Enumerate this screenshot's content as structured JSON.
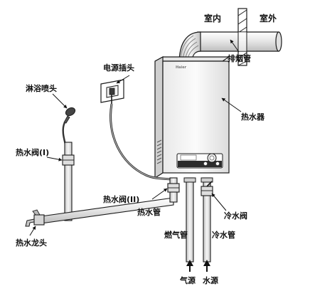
{
  "labels": {
    "indoor": "室内",
    "outdoor": "室外",
    "power_plug": "电源插头",
    "exhaust_pipe": "排烟管",
    "shower_head": "淋浴喷头",
    "water_heater": "热水器",
    "hot_valve_1": "热水阀(I)",
    "hot_valve_2": "热水阀(II)",
    "hot_pipe": "热水管",
    "cold_valve": "冷水阀",
    "gas_pipe": "燃气管",
    "cold_pipe": "冷水管",
    "hot_faucet": "热水龙头",
    "gas_source": "气源",
    "water_source": "水源"
  },
  "brand": "Haier",
  "colors": {
    "line": "#1a1a1a",
    "heater_body": "#f4f4f4",
    "heater_side": "#cfcfcf",
    "pipe_fill": "#ececec",
    "panel_dark": "#2b2b2b",
    "panel_light": "#fdfdfd"
  }
}
